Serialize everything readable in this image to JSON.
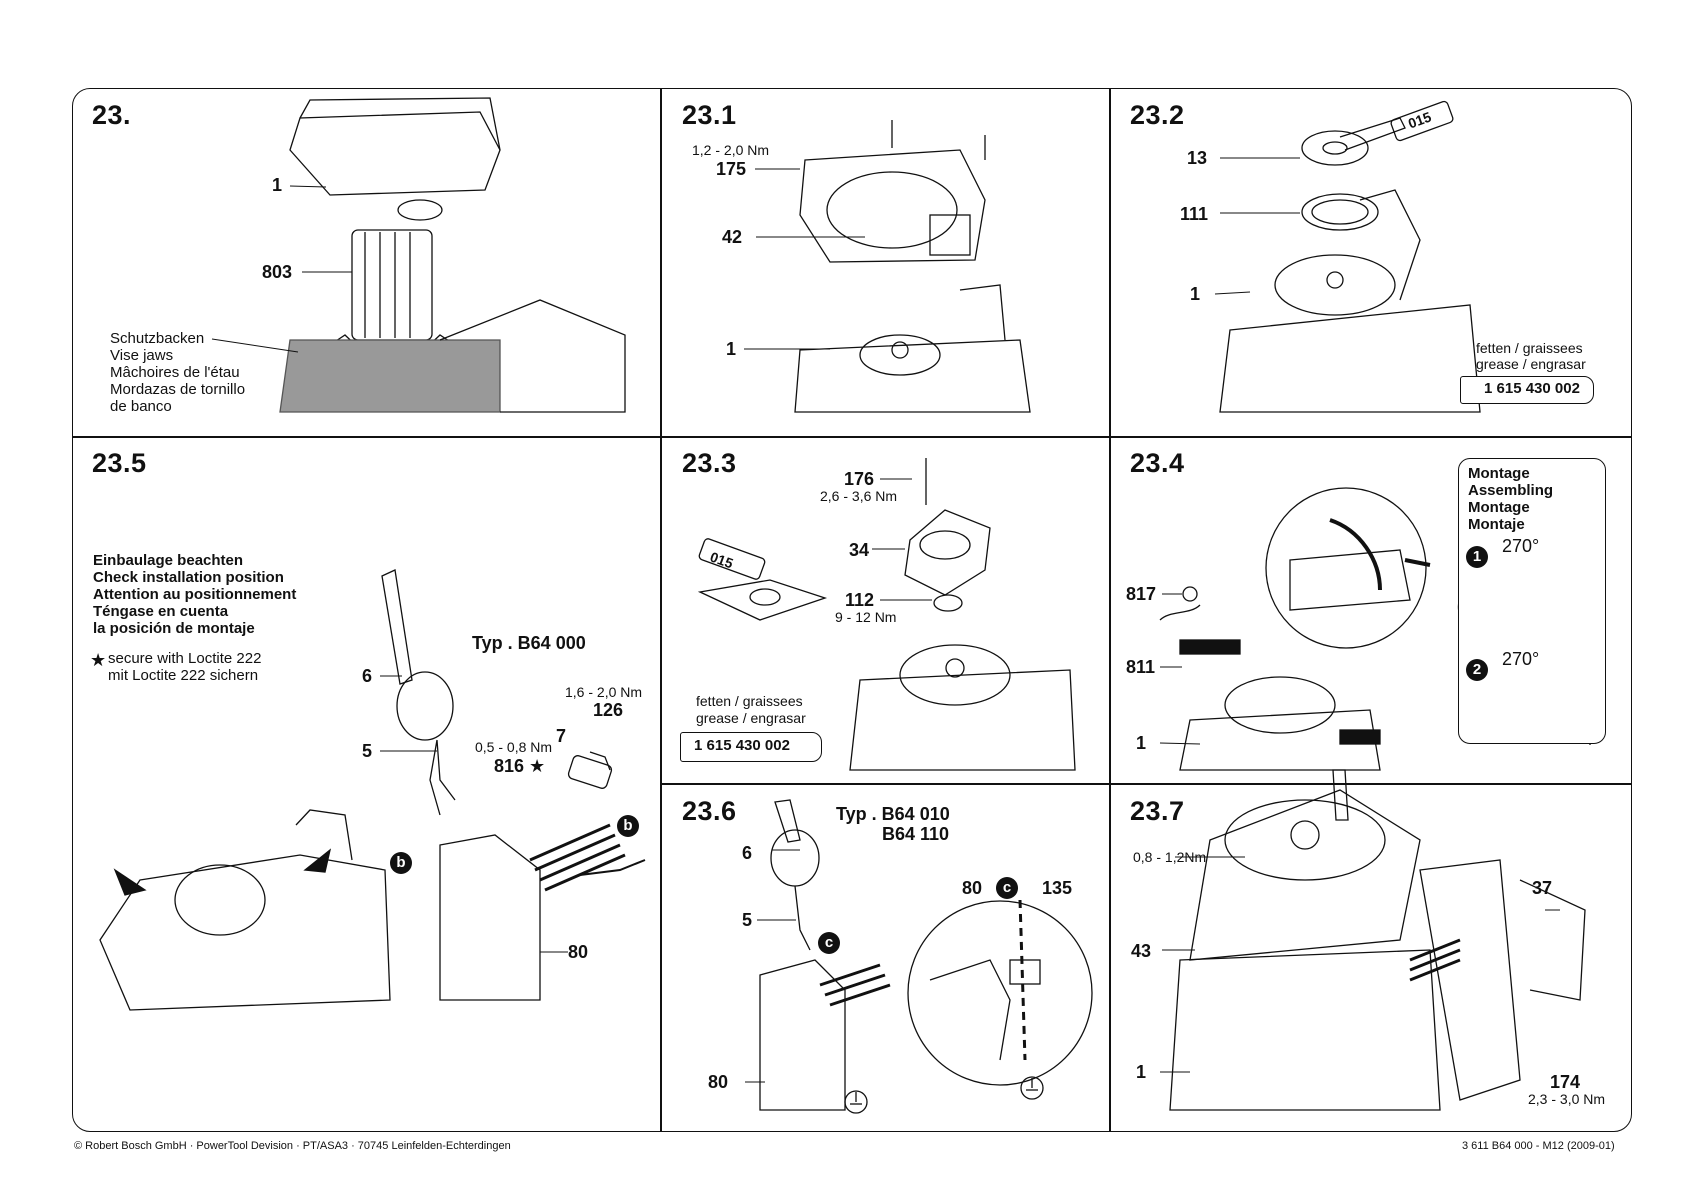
{
  "panels": {
    "p23": {
      "title": "23.",
      "labels": {
        "l1": "1",
        "l803": "803"
      },
      "vise": [
        "Schutzbacken",
        "Vise jaws",
        "Mâchoires de l'étau",
        "Mordazas de tornillo",
        "de banco"
      ]
    },
    "p231": {
      "title": "23.1",
      "torque": "1,2 - 2,0 Nm",
      "l175": "175",
      "l42": "42",
      "l1": "1"
    },
    "p232": {
      "title": "23.2",
      "l13": "13",
      "l111": "111",
      "l1": "1",
      "tag": "015",
      "grease": "fetten / graissees",
      "grease2": "grease / engrasar",
      "tube": "1 615 430 002"
    },
    "p235": {
      "title": "23.5",
      "install": [
        "Einbaulage beachten",
        "Check installation position",
        "Attention au positionnement",
        "Téngase en cuenta",
        "la posición de montaje"
      ],
      "star": "★",
      "loctite1": "secure with Loctite 222",
      "loctite2": "mit Loctite 222 sichern",
      "typ": "Typ . B64 000",
      "l6": "6",
      "l5": "5",
      "torque126": "1,6 - 2,0 Nm",
      "l126": "126",
      "l7": "7",
      "torque816": "0,5 - 0,8 Nm",
      "l816": "816 ★",
      "l80": "80",
      "b": "b"
    },
    "p233": {
      "title": "23.3",
      "l176": "176",
      "torque176": "2,6 - 3,6 Nm",
      "l34": "34",
      "l112": "112",
      "torque112": "9 - 12 Nm",
      "tag": "015",
      "grease": "fetten / graissees",
      "grease2": "grease / engrasar",
      "tube": "1 615 430 002"
    },
    "p234": {
      "title": "23.4",
      "l817": "817",
      "l811": "811",
      "l1": "1",
      "montage": [
        "Montage",
        "Assembling",
        "Montage",
        "Montaje"
      ],
      "step1": "1",
      "step2": "2",
      "deg": "270°"
    },
    "p236": {
      "title": "23.6",
      "typ1": "Typ . B64 010",
      "typ2": "B64 110",
      "l6": "6",
      "l5": "5",
      "l80a": "80",
      "l80b": "80",
      "l135": "135",
      "c": "c"
    },
    "p237": {
      "title": "23.7",
      "torque": "0,8 - 1,2Nm",
      "l37": "37",
      "l43": "43",
      "l1": "1",
      "l174": "174",
      "torque174": "2,3 - 3,0 Nm"
    }
  },
  "footer": {
    "left": "© Robert Bosch GmbH · PowerTool Devision · PT/ASA3 · 70745 Leinfelden-Echterdingen",
    "right": "3 611 B64 000 - M12 (2009-01)"
  }
}
